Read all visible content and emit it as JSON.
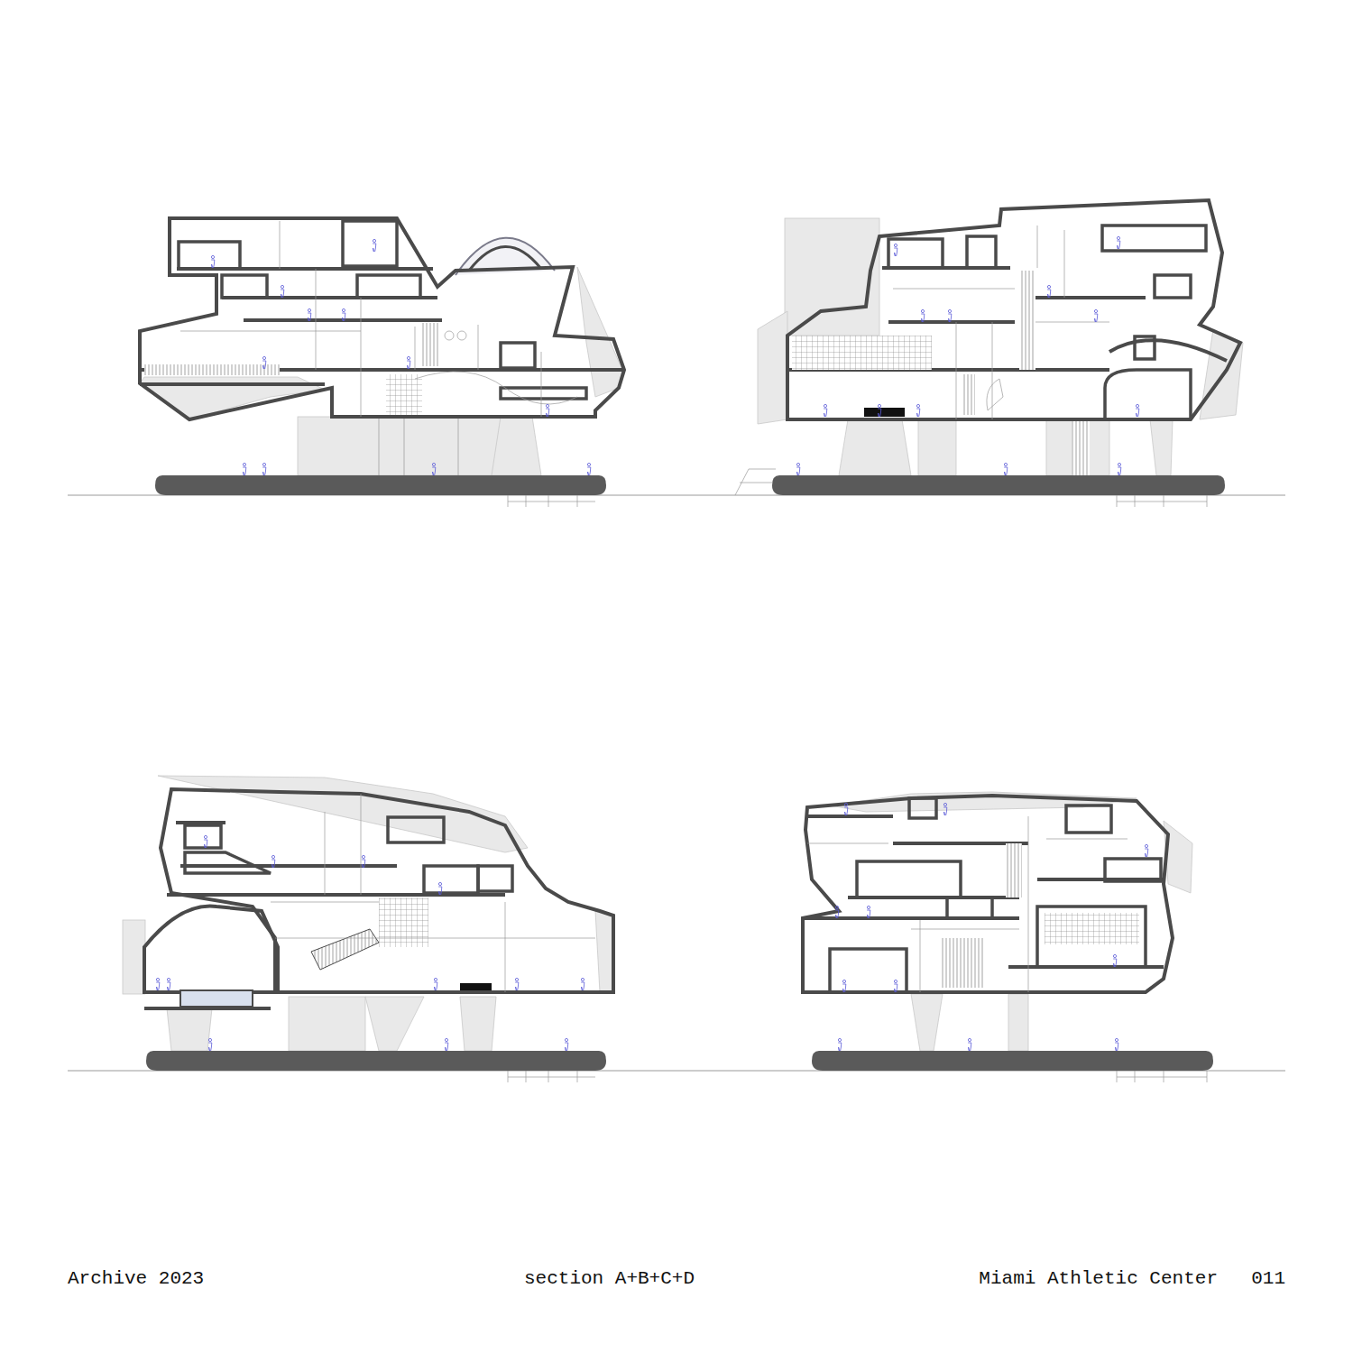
{
  "diagram": {
    "labels": [
      "Archive 2023",
      "section A+B+C+D",
      "Miami Athletic Center",
      "011"
    ]
  }
}
